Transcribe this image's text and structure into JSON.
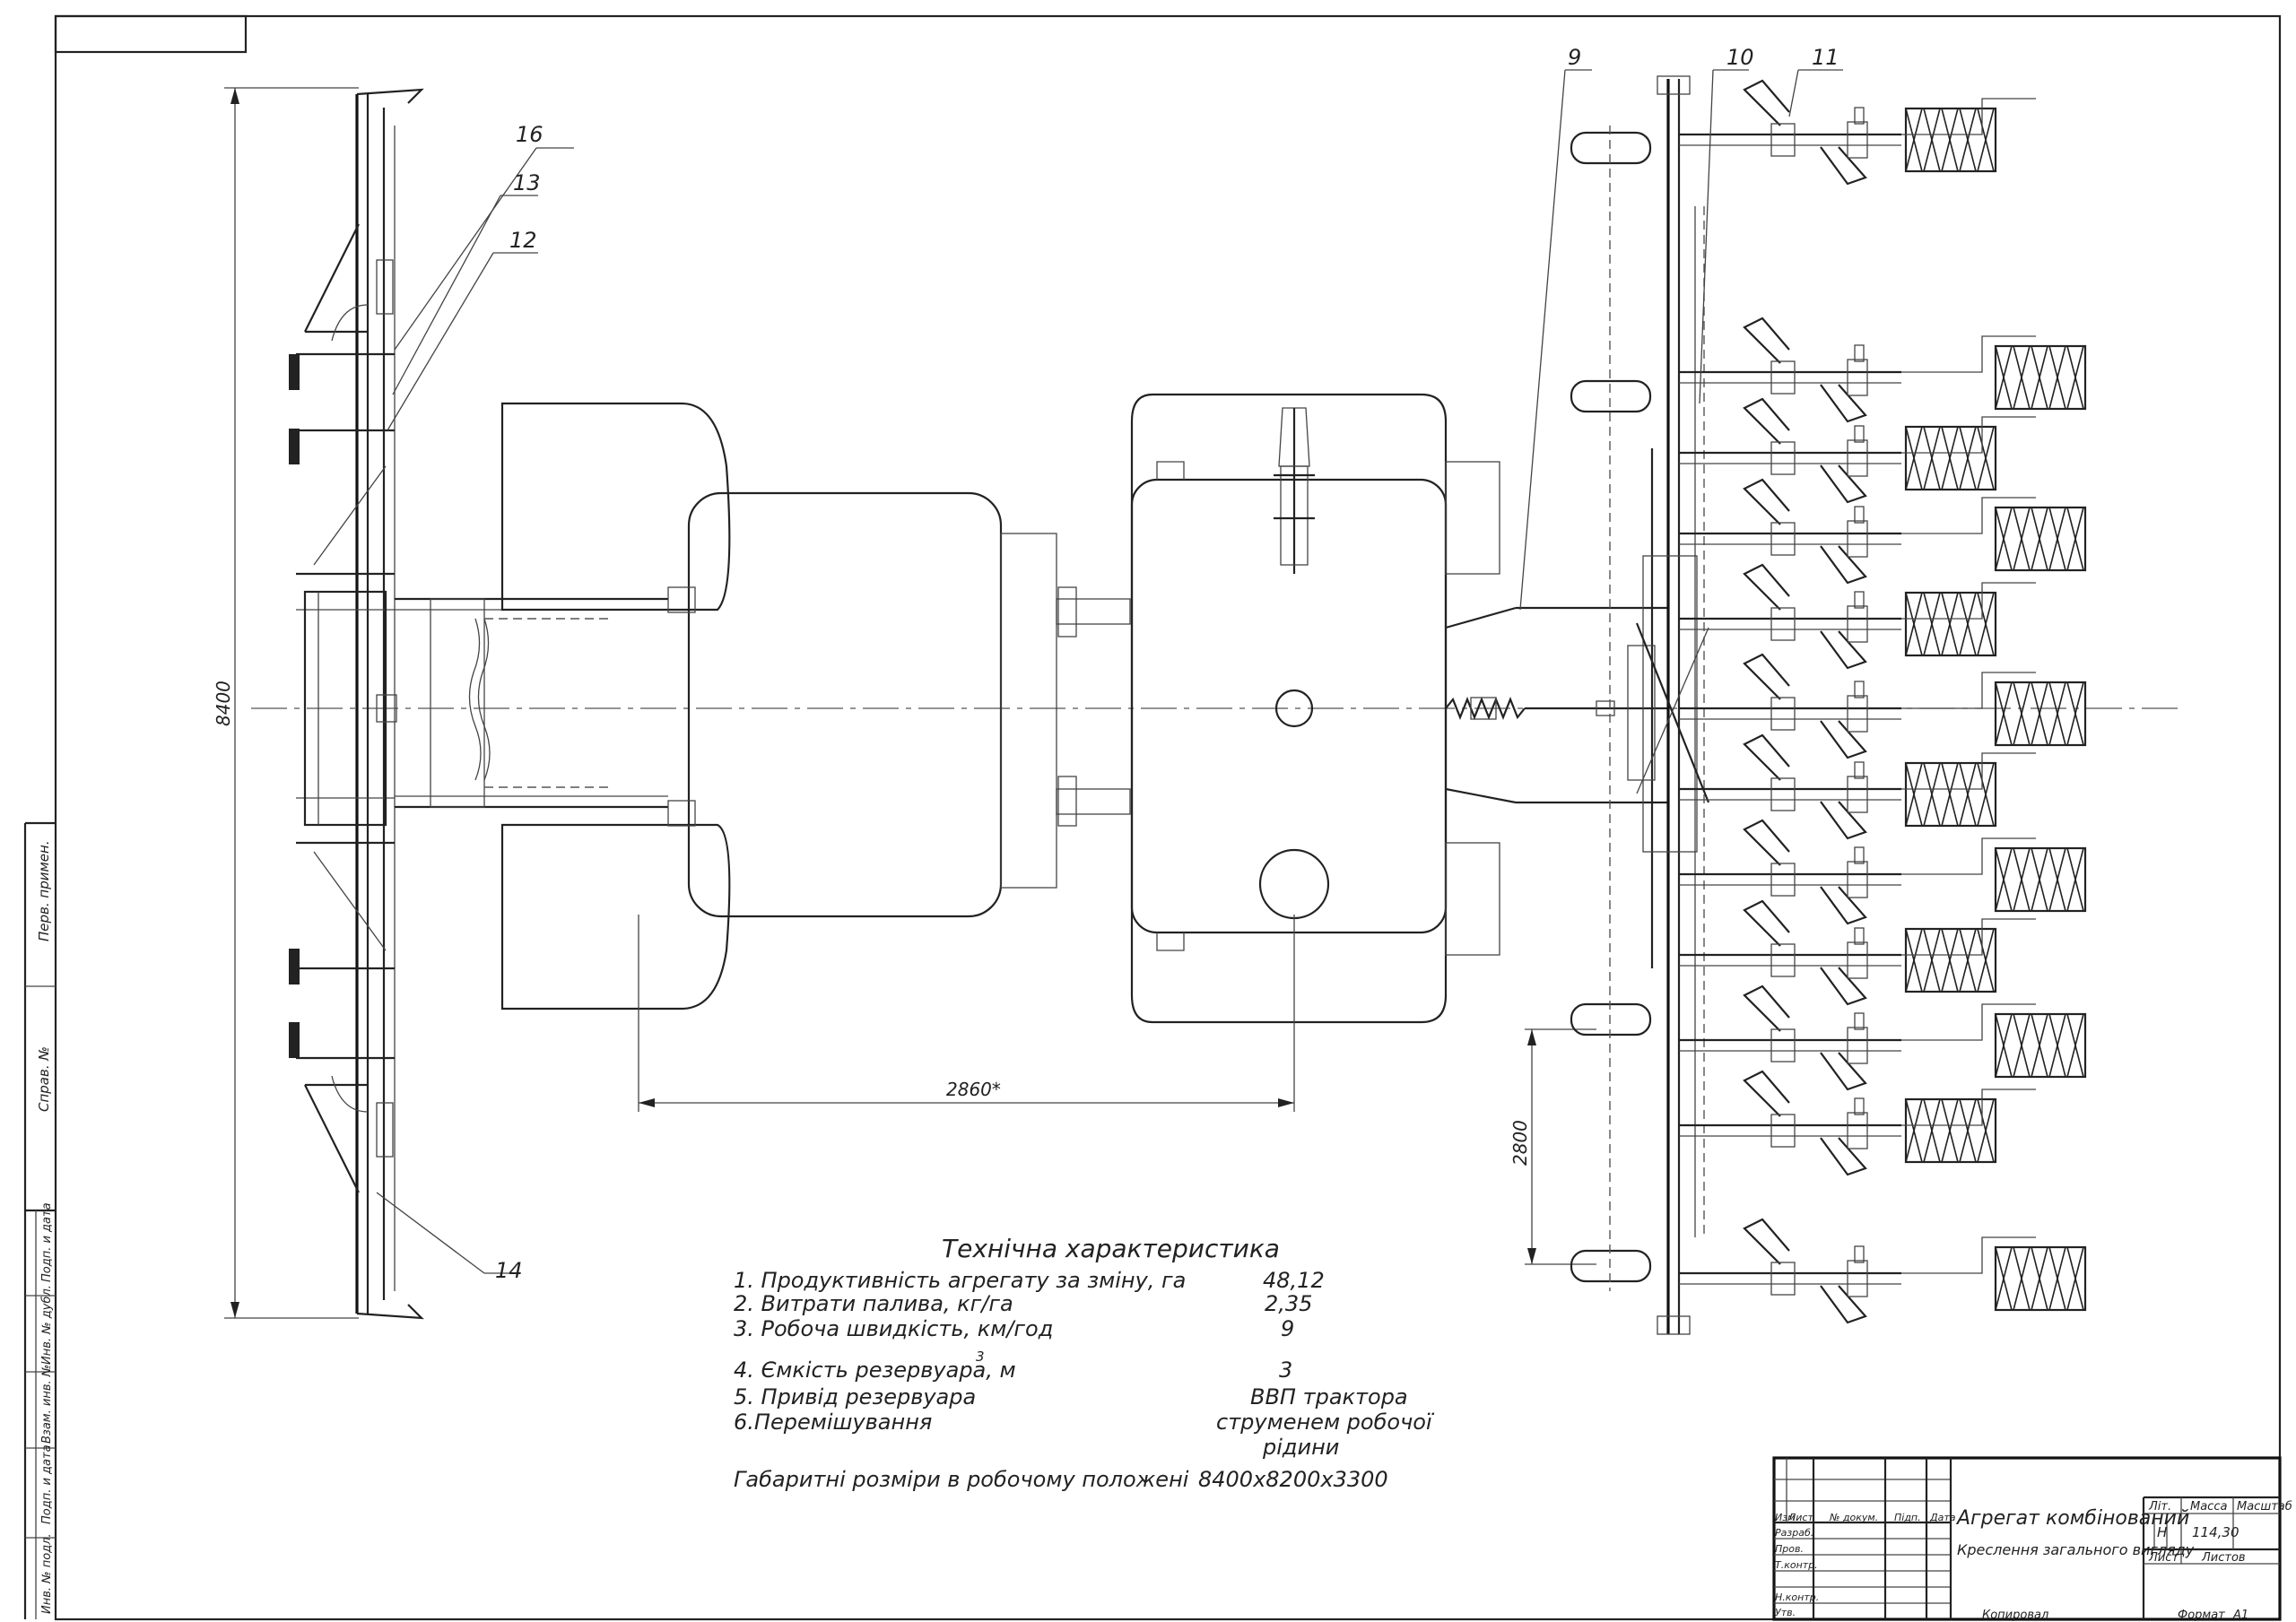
{
  "callouts": {
    "c9": "9",
    "c10": "10",
    "c11": "11",
    "c12": "12",
    "c13": "13",
    "c14": "14",
    "c16": "16"
  },
  "dimensions": {
    "overall_height": "8400",
    "wheelbase": "2860*",
    "row_spacing": "2800"
  },
  "specs": {
    "heading": "Технічна характеристика",
    "rows": [
      {
        "label": "1. Продуктивність агрегату за зміну, га",
        "value": "48,12"
      },
      {
        "label": "2. Витрати палива, кг/га",
        "value": "2,35"
      },
      {
        "label": "3. Робоча швидкість, км/год",
        "value": "9"
      },
      {
        "label": "4. Ємкість резервуара, м",
        "sup": "3",
        "value": "3"
      },
      {
        "label": "5. Привід резервуара",
        "value": "ВВП трактора"
      },
      {
        "label": "6.Перемішування",
        "value": "струменем робочої",
        "value2": "рідини"
      },
      {
        "label": "Габаритні розміри в робочому положені",
        "value": "8400x8200x3300"
      }
    ]
  },
  "title_block": {
    "title": "Агрегат комбінований",
    "subtitle": "Креслення загального вигляду",
    "col_izm": "Изм",
    "col_list": "Лист",
    "col_doc": "№ докум.",
    "col_sign": "Підп.",
    "col_date": "Дата",
    "row_razrab": "Разраб.",
    "row_prov": "Пров.",
    "row_tkontr": "Т.контр.",
    "row_nkontr": "Н.контр.",
    "row_utv": "Утв.",
    "lit_label": "Літ.",
    "mass_label": "Масса",
    "scale_label": "Масштаб",
    "lit_value": "Н",
    "mass_value": "114,30",
    "sheet_label": "Лист",
    "sheets_label": "Листов",
    "copied": "Копировал",
    "format_label": "Формат",
    "format_value": "А1"
  },
  "side_stamps": {
    "perv_primen": "Перв. примен.",
    "sprav": "Справ. №",
    "podp_data_1": "Подп. и дата",
    "inv_dubl": "Инв. № дубл.",
    "vzam_inv": "Взам. инв. №",
    "podp_data_2": "Подп. и дата",
    "inv_podl": "Инв. № подл."
  }
}
